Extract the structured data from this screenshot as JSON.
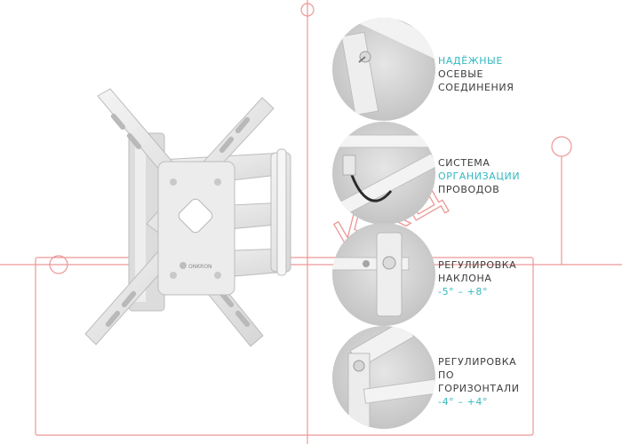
{
  "product": {
    "logo_text": "ONKRON",
    "watermark_text": "ККЦ"
  },
  "features": [
    {
      "lines": [
        {
          "text": "НАДЁЖНЫЕ",
          "accent": true
        },
        {
          "text": "ОСЕВЫЕ",
          "accent": false
        },
        {
          "text": "СОЕДИНЕНИЯ",
          "accent": false
        }
      ]
    },
    {
      "lines": [
        {
          "text": "СИСТЕМА",
          "accent": false
        },
        {
          "text": "ОРГАНИЗАЦИИ",
          "accent": true
        },
        {
          "text": "ПРОВОДОВ",
          "accent": false
        }
      ]
    },
    {
      "lines": [
        {
          "text": "РЕГУЛИРОВКА",
          "accent": false
        },
        {
          "text": "НАКЛОНА",
          "accent": false
        },
        {
          "text": "-5° – +8°",
          "accent": true
        }
      ]
    },
    {
      "lines": [
        {
          "text": "РЕГУЛИРОВКА",
          "accent": false
        },
        {
          "text": "ПО",
          "accent": false
        },
        {
          "text": "ГОРИЗОНТАЛИ",
          "accent": false
        },
        {
          "text": "-4° – +4°",
          "accent": true
        }
      ]
    }
  ],
  "colors": {
    "accent": "#35b8c0",
    "text": "#3c3c3c",
    "watermark": "#e98585"
  }
}
